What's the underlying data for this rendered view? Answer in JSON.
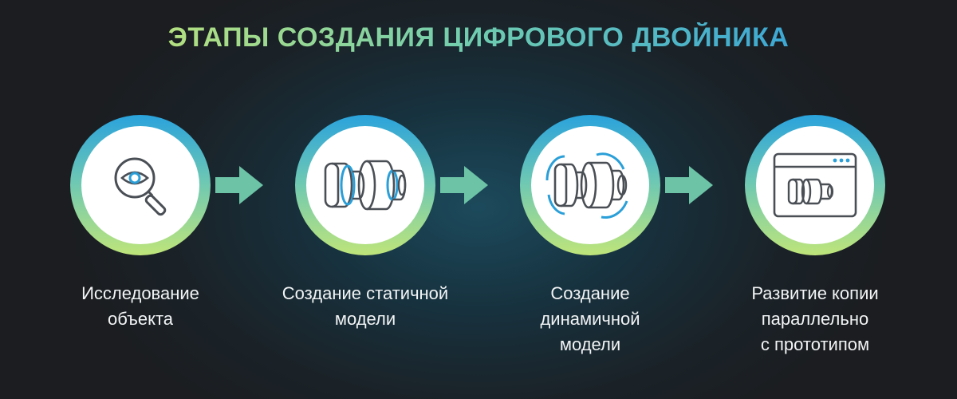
{
  "title": "ЭТАПЫ СОЗДАНИЯ ЦИФРОВОГО ДВОЙНИКА",
  "steps": [
    {
      "label": "Исследование\nобъекта",
      "icon": "magnifier-eye-icon"
    },
    {
      "label": "Создание статичной\nмодели",
      "icon": "static-shaft-model-icon"
    },
    {
      "label": "Создание\nдинамичной\nмодели",
      "icon": "rotating-shaft-model-icon"
    },
    {
      "label": "Развитие копии\nпараллельно\nс прототипом",
      "icon": "browser-window-shaft-icon"
    }
  ],
  "colors": {
    "ring_top": "#2aa2dc",
    "ring_mid": "#6ec8b3",
    "ring_bottom": "#bfe57a",
    "arrow": "#6cc3a6",
    "icon_stroke": "#4a4f56",
    "icon_accent": "#2a9fd8"
  }
}
